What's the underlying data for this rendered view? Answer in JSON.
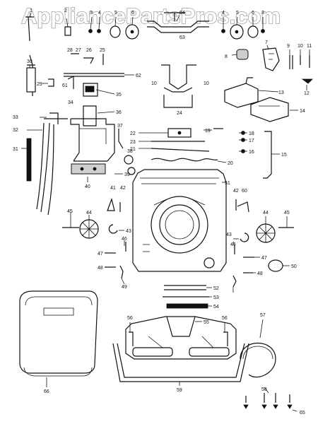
{
  "watermark": "AppliancePartsPros.com",
  "callouts": [
    "1",
    "2",
    "3",
    "4",
    "5",
    "6",
    "64",
    "4",
    "5",
    "6",
    "3",
    "63",
    "7",
    "8",
    "9",
    "10",
    "11",
    "12",
    "13",
    "14",
    "30",
    "29",
    "28",
    "27",
    "26",
    "25",
    "62",
    "61",
    "34",
    "35",
    "36",
    "10",
    "10",
    "24",
    "33",
    "32",
    "31",
    "37",
    "38",
    "39",
    "40",
    "22",
    "23",
    "21",
    "20",
    "19",
    "18",
    "17",
    "16",
    "15",
    "51",
    "41",
    "42",
    "43",
    "45",
    "44",
    "46",
    "47",
    "48",
    "49",
    "42",
    "60",
    "44",
    "45",
    "43",
    "46",
    "47",
    "48",
    "50",
    "52",
    "53",
    "54",
    "55",
    "56",
    "56",
    "57",
    "58",
    "59",
    "65",
    "66"
  ]
}
